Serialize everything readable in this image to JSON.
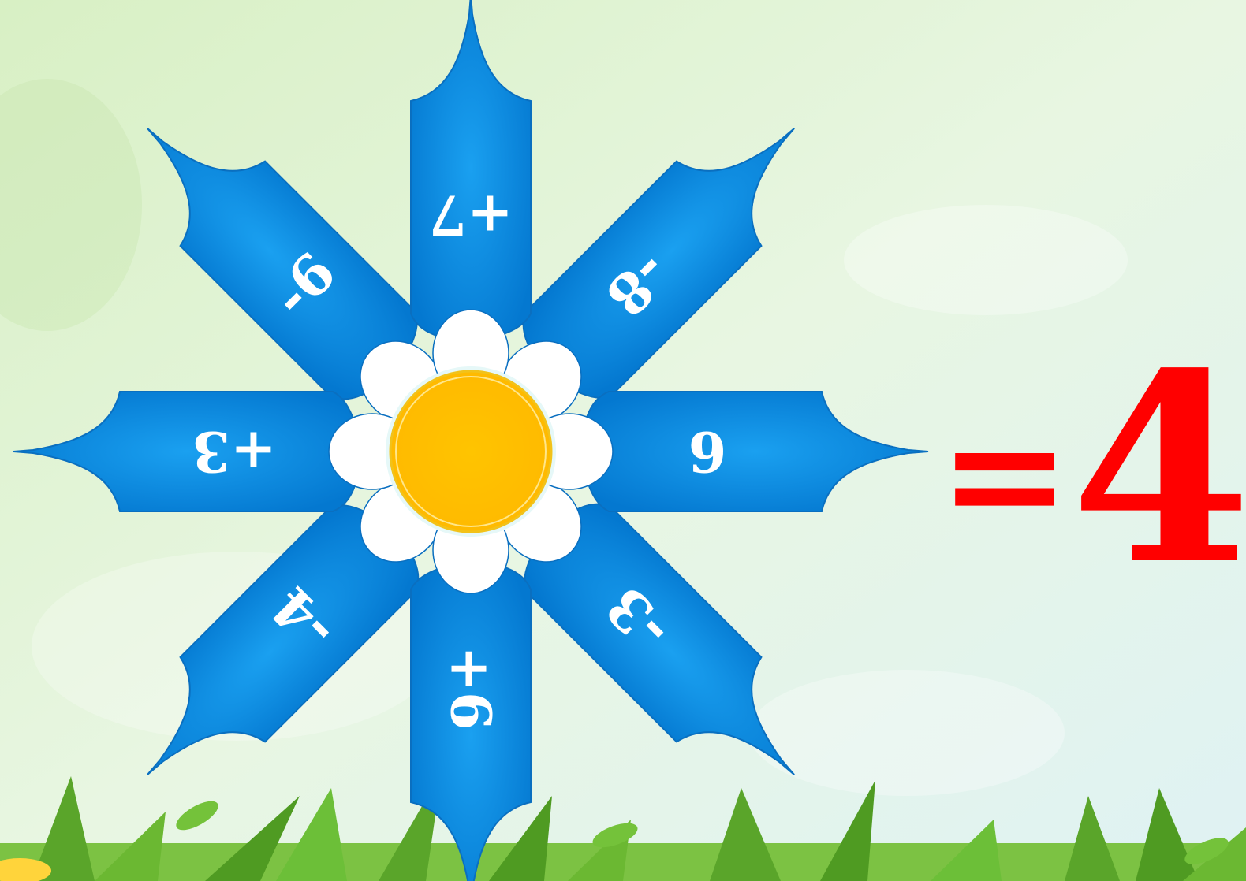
{
  "flower": {
    "petals": [
      {
        "id": "top",
        "label": "+7"
      },
      {
        "id": "top-right",
        "label": "-8"
      },
      {
        "id": "right",
        "label": "6"
      },
      {
        "id": "bottom-right",
        "label": "-3"
      },
      {
        "id": "bottom",
        "label": "+6"
      },
      {
        "id": "bottom-left",
        "label": "-4"
      },
      {
        "id": "left",
        "label": "+3"
      },
      {
        "id": "top-left",
        "label": "-6"
      }
    ],
    "center_color": "#ffc000",
    "petal_color": "#0a84de"
  },
  "result": {
    "equals_sign": "=",
    "value": "4",
    "color": "#ff0000"
  }
}
